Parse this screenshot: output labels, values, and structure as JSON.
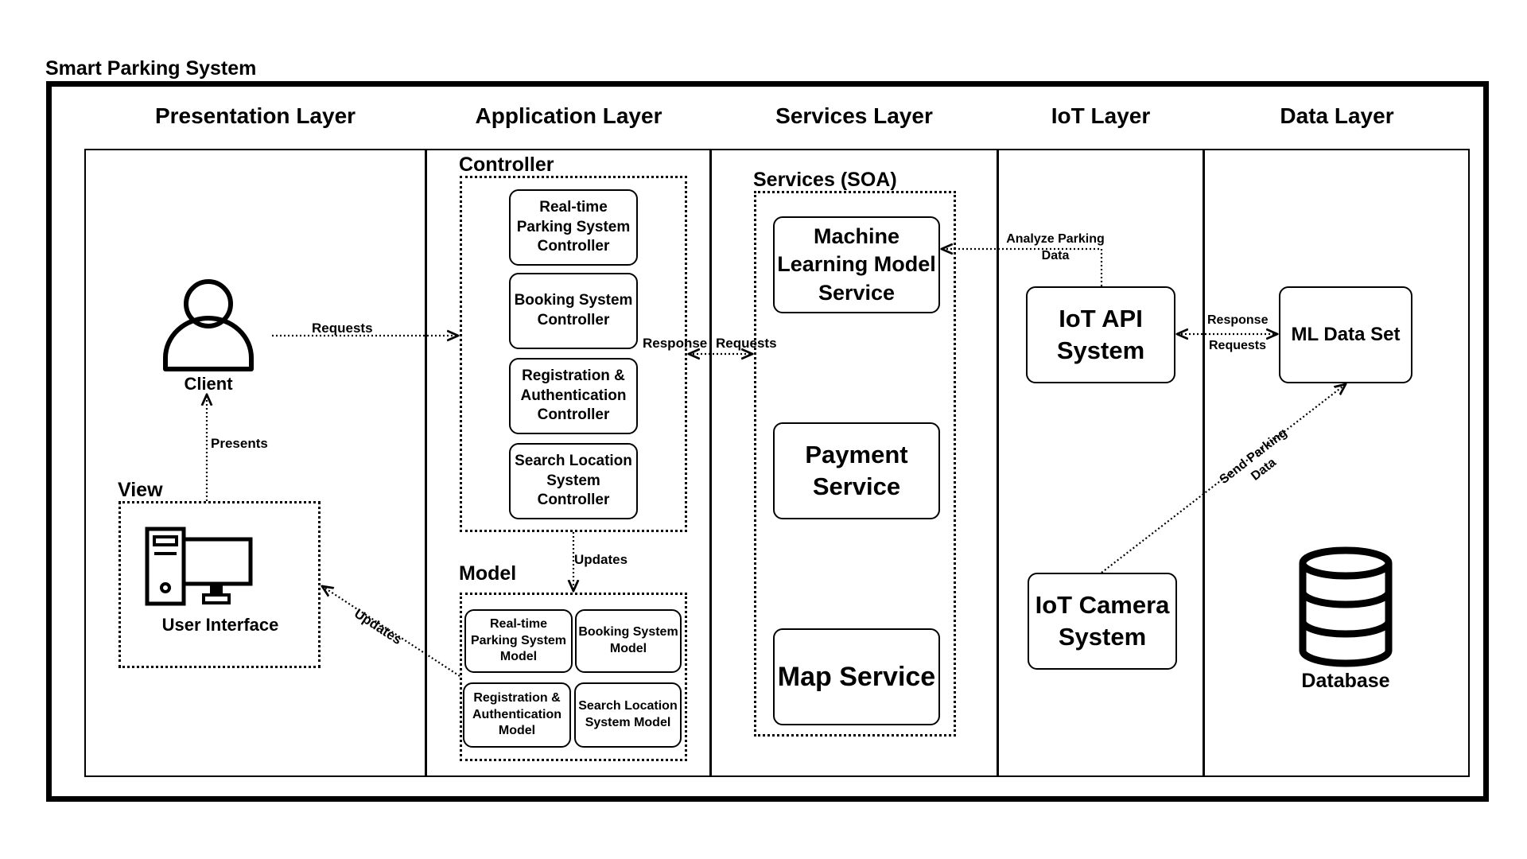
{
  "title": "Smart Parking System",
  "layers": [
    "Presentation Layer",
    "Application Layer",
    "Services Layer",
    "IoT Layer",
    "Data Layer"
  ],
  "presentation": {
    "client_label": "Client",
    "view_label": "View",
    "ui_label": "User Interface",
    "presents": "Presents",
    "requests": "Requests",
    "updates": "Updates"
  },
  "application": {
    "controller_label": "Controller",
    "controllers": [
      "Real-time Parking System Controller",
      "Booking System Controller",
      "Registration & Authentication Controller",
      "Search Location System Controller"
    ],
    "model_label": "Model",
    "models": [
      "Real-time Parking System Model",
      "Booking System Model",
      "Registration & Authentication Model",
      "Search Location System Model"
    ],
    "updates": "Updates",
    "response": "Response",
    "requests": "Requests"
  },
  "services": {
    "label": "Services (SOA)",
    "items": [
      "Machine Learning Model Service",
      "Payment Service",
      "Map Service"
    ]
  },
  "iot": {
    "api": "IoT API System",
    "camera": "IoT Camera System",
    "analyze": "Analyze Parking Data",
    "response": "Response",
    "requests": "Requests",
    "send": "Send Parking Data"
  },
  "data": {
    "ml": "ML Data Set",
    "db": "Database"
  }
}
